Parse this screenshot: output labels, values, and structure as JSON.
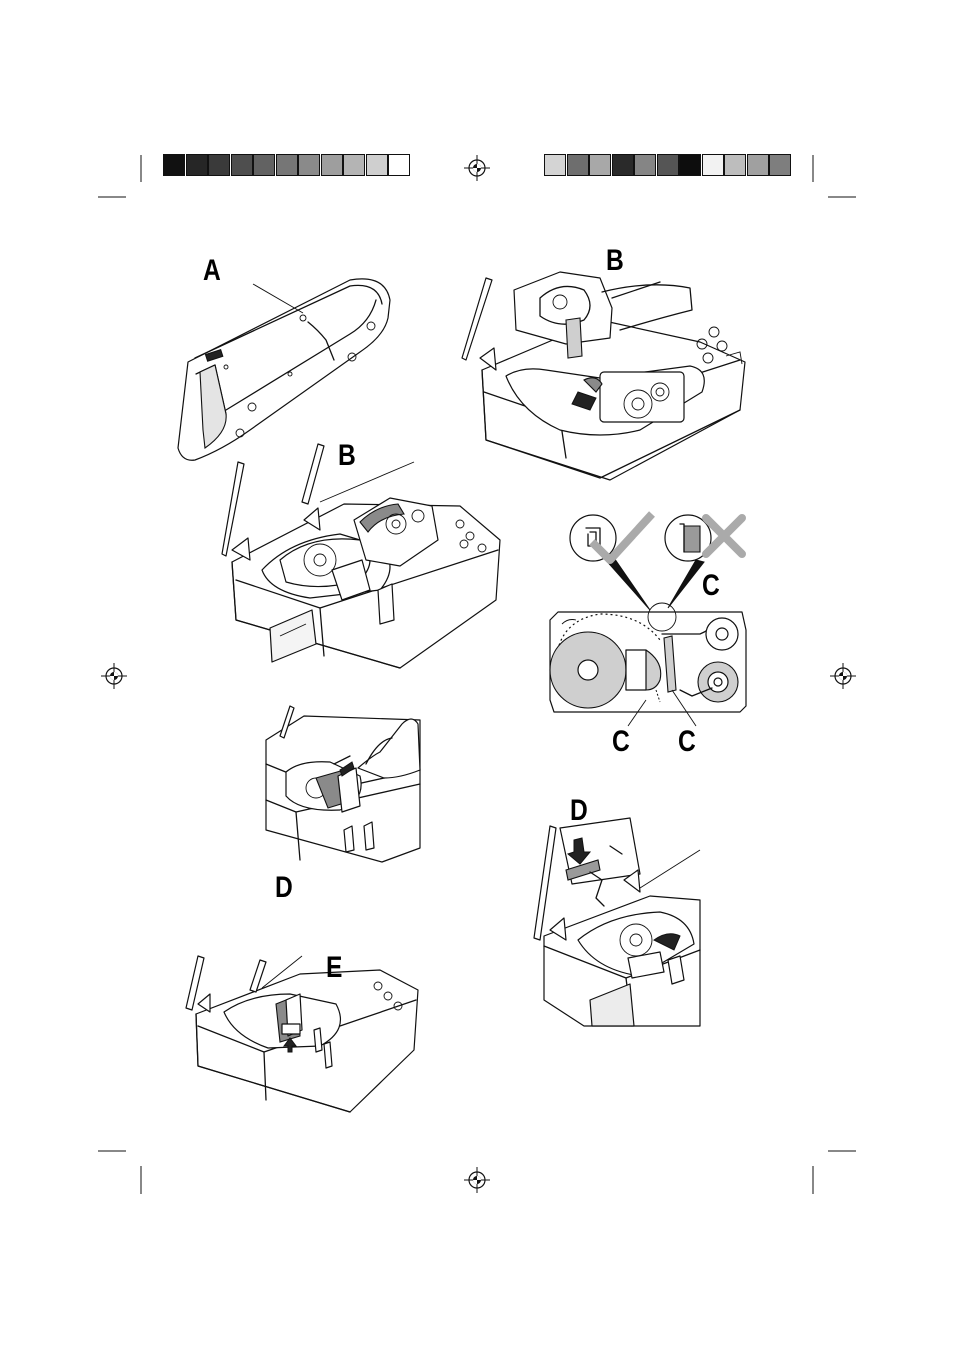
{
  "colors": {
    "bar_left": [
      "#111111",
      "#262626",
      "#3a3a3a",
      "#4e4e4e",
      "#626262",
      "#767676",
      "#8a8a8a",
      "#9e9e9e",
      "#b4b4b4",
      "#cfcfcf",
      "#ffffff"
    ],
    "bar_right": [
      "#d4d4d4",
      "#6e6e6e",
      "#a8a8a8",
      "#2a2a2a",
      "#858585",
      "#555555",
      "#0d0d0d",
      "#f2f2f2",
      "#bdbdbd",
      "#a0a0a0",
      "#7e7e7e"
    ],
    "tape_gray": "#cfcfcf",
    "check_gray": "#aaaaaa"
  },
  "labels": {
    "a": "A",
    "b_top": "B",
    "b_left": "B",
    "c_zoom": "C",
    "c_left": "C",
    "c_right": "C",
    "d_right": "D",
    "d_left": "D",
    "e": "E"
  },
  "icons": {
    "registration": "registration-mark-icon",
    "check": "checkmark-icon",
    "cross": "cross-icon",
    "arrow_down": "arrow-down-icon",
    "arrow_up": "arrow-up-icon"
  }
}
